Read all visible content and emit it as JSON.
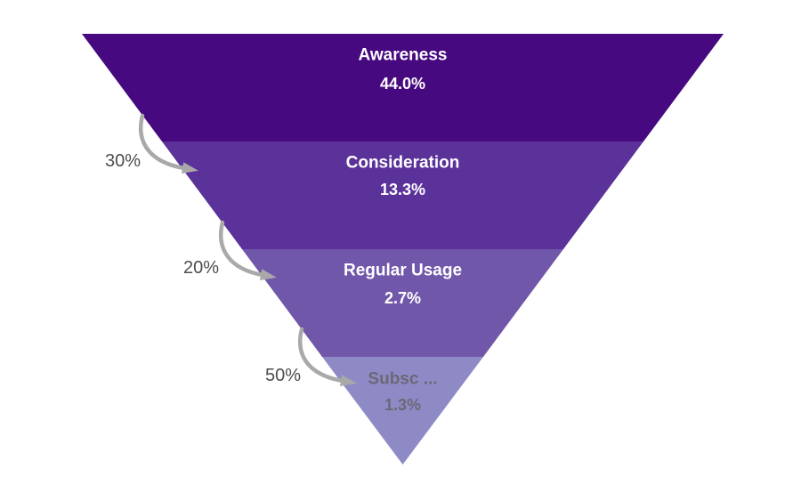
{
  "chart_data": {
    "type": "funnel",
    "orientation": "inverted-pyramid",
    "title": "",
    "legend_position": "none",
    "grid": "off",
    "stages": [
      {
        "label": "Awareness",
        "value": 44.0,
        "value_label": "44.0%",
        "color": "#470980",
        "text_color": "#FFFFFF"
      },
      {
        "label": "Consideration",
        "value": 13.3,
        "value_label": "13.3%",
        "color": "#5B3299",
        "text_color": "#FFFFFF"
      },
      {
        "label": "Regular Usage",
        "value": 2.7,
        "value_label": "2.7%",
        "color": "#7157A9",
        "text_color": "#FFFFFF"
      },
      {
        "label": "Subsc ...",
        "value": 1.3,
        "value_label": "1.3%",
        "color": "#8E8AC6",
        "text_color": "#6B6876"
      }
    ],
    "conversions": [
      {
        "from": "Awareness",
        "to": "Consideration",
        "label": "30%"
      },
      {
        "from": "Consideration",
        "to": "Regular Usage",
        "label": "20%"
      },
      {
        "from": "Regular Usage",
        "to": "Subsc ...",
        "label": "50%"
      }
    ],
    "layout": {
      "background": "#FFFFFF",
      "arrow_color": "#A9A9A9",
      "conversion_label_color": "#4D4D4D"
    }
  }
}
